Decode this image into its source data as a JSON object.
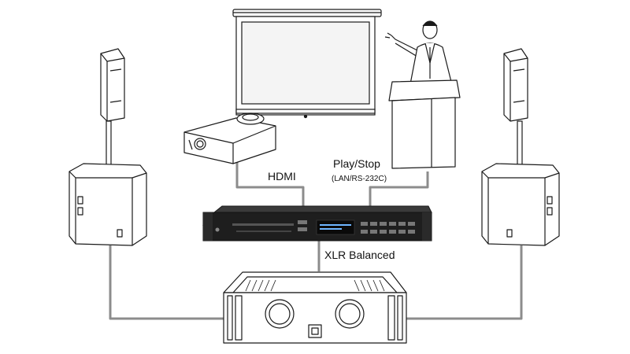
{
  "labels": {
    "hdmi": "HDMI",
    "play_stop": "Play/Stop",
    "lan_rs232c": "(LAN/RS-232C)",
    "xlr_balanced": "XLR Balanced"
  },
  "colors": {
    "cable": "#8c8c8c",
    "outline": "#1a1a1a",
    "device_fill": "#ffffff",
    "recorder_fill": "#1e1e1e",
    "display_text": "#6fb6ff"
  },
  "components": [
    "projection-screen",
    "presenter",
    "lectern",
    "projector",
    "media-player",
    "power-amplifier",
    "left-top-speaker",
    "right-top-speaker",
    "left-subwoofer",
    "right-subwoofer"
  ]
}
